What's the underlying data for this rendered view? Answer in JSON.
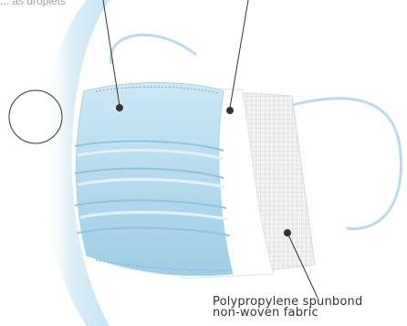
{
  "labels": {
    "top_left_caption": "... as droplets",
    "material_line_1": "Polypropylene spunbond",
    "material_line_2": "non-woven fabric"
  },
  "colors": {
    "shield_blue": "#d7ecf6",
    "outer_layer_blue": "#bfe1f1",
    "outer_layer_shadow": "#9fcde3",
    "middle_layer_white": "#ffffff",
    "inner_layer_mesh": "#e9e9e9",
    "ear_loop": "#b8dbee",
    "leader_line": "#333333"
  },
  "icons": {
    "outer_layer_marker": "dot-marker-icon",
    "middle_layer_marker": "dot-marker-icon",
    "inner_layer_marker": "dot-marker-icon",
    "droplet_zoom": "circle-outline-icon"
  }
}
